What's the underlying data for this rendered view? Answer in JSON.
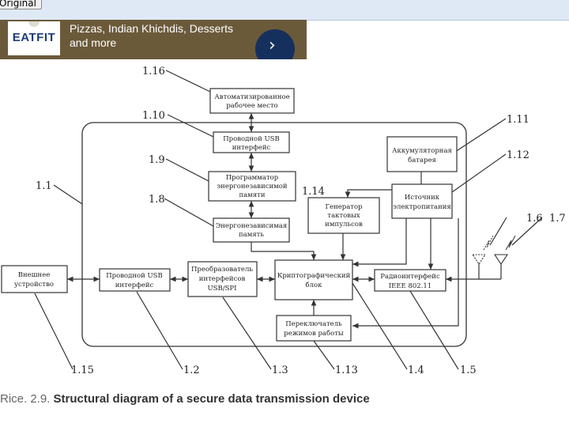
{
  "toolbar": {
    "original_button": "Original"
  },
  "ad": {
    "logo_text": "EATFIT",
    "text": "Pizzas, Indian Khichdis, Desserts and more",
    "arrow": "›",
    "colors": {
      "background": "#6b5a3a",
      "button": "#16305e"
    }
  },
  "diagram": {
    "blocks": {
      "workstation": [
        "Автоматизированное",
        "рабочее место"
      ],
      "usb_top": [
        "Проводной USB",
        "интерфейс"
      ],
      "programmer": [
        "Программатор",
        "энергонезависимой",
        "памяти"
      ],
      "nvmem": [
        "Энергонезависимая",
        "память"
      ],
      "battery": [
        "Аккумуляторная",
        "батарея"
      ],
      "power": [
        "Источник",
        "электропитания"
      ],
      "clock": [
        "Генератор",
        "тактовых",
        "импульсов"
      ],
      "external": [
        "Внешнее",
        "устройство"
      ],
      "usb_left": [
        "Проводной USB",
        "интерфейс"
      ],
      "converter": [
        "Преобразователь",
        "интерфейсов",
        "USB/SPI"
      ],
      "crypto": [
        "Криптографический",
        "блок"
      ],
      "radio": [
        "Радиоинтерфейс",
        "IEEE 802.11"
      ],
      "mode_switch": [
        "Переключатель",
        "режимов работы"
      ]
    },
    "labels": {
      "l1_16": "1.16",
      "l1_10": "1.10",
      "l1_9": "1.9",
      "l1_8": "1.8",
      "l1_1": "1.1",
      "l1_11": "1.11",
      "l1_12": "1.12",
      "l1_14": "1.14",
      "l1_6": "1.6",
      "l1_7": "1.7",
      "l1_15": "1.15",
      "l1_2": "1.2",
      "l1_3": "1.3",
      "l1_13": "1.13",
      "l1_4": "1.4",
      "l1_5": "1.5"
    }
  },
  "caption": {
    "prefix": "Rice. 2.9.",
    "title": "Structural diagram of a secure data transmission device"
  }
}
